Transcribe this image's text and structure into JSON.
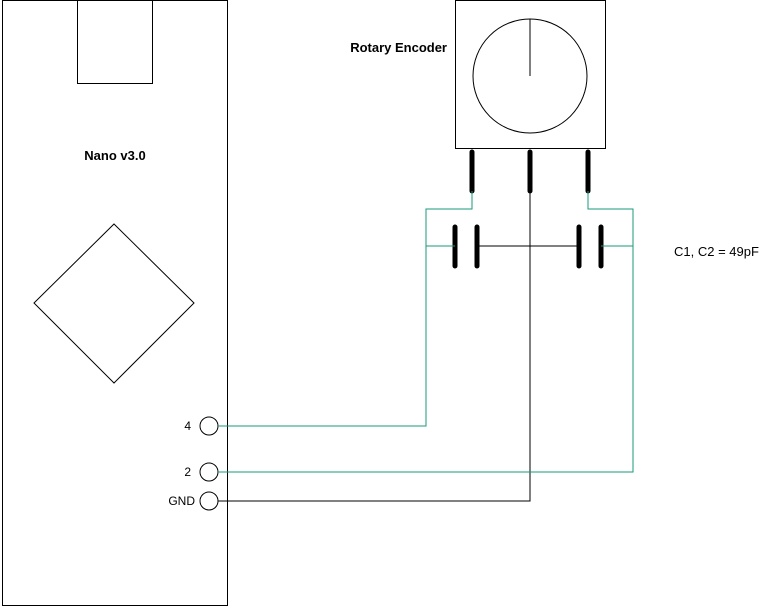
{
  "board": {
    "title": "Nano v3.0",
    "pins": {
      "pin4": "4",
      "pin2": "2",
      "gnd": "GND"
    }
  },
  "encoder": {
    "title": "Rotary Encoder"
  },
  "capacitors": {
    "note": "C1, C2 = 49pF"
  },
  "colors": {
    "outline": "#000000",
    "signal_wire": "#1a9a7a",
    "ground_wire": "#000000",
    "background": "#ffffff"
  }
}
